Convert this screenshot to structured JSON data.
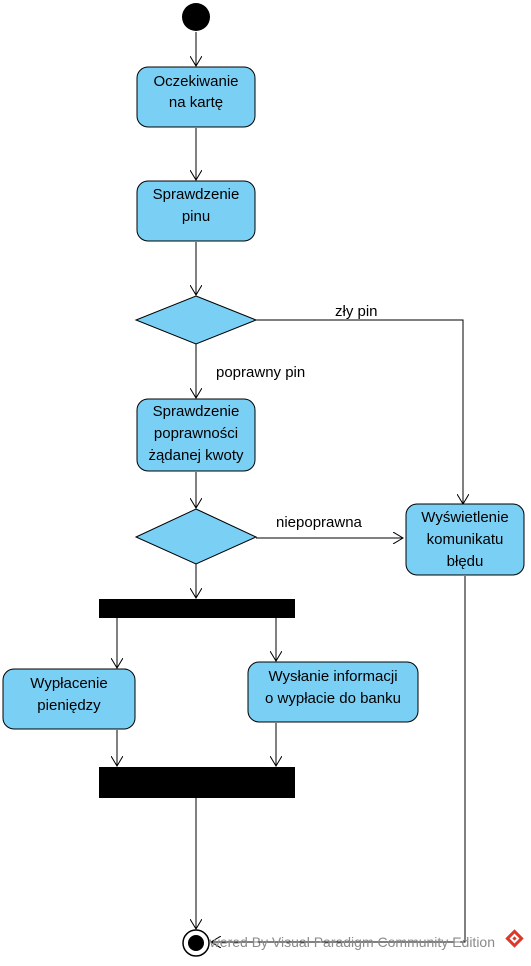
{
  "diagram": {
    "colors": {
      "node_fill": "#7ACFF5",
      "node_stroke": "#000000",
      "bar_fill": "#000000",
      "footer_text": "#8a8a8a",
      "footer_logo": "#D9382B"
    },
    "nodes": {
      "oczekiwanie": {
        "line1": "Oczekiwanie",
        "line2": "na kartę"
      },
      "sprawdzenie_pinu": {
        "line1": "Sprawdzenie",
        "line2": "pinu"
      },
      "sprawdzenie_kwoty": {
        "line1": "Sprawdzenie",
        "line2": "poprawności",
        "line3": "żądanej kwoty"
      },
      "wyswietlenie": {
        "line1": "Wyświetlenie",
        "line2": "komunikatu",
        "line3": "błędu"
      },
      "wyplacenie": {
        "line1": "Wypłacenie",
        "line2": "pieniędzy"
      },
      "wyslanie": {
        "line1": "Wysłanie informacji",
        "line2": "o wypłacie do banku"
      }
    },
    "edge_labels": {
      "zly_pin": "zły pin",
      "poprawny_pin": "poprawny pin",
      "niepoprawna": "niepoprawna"
    },
    "footer": {
      "text": "Powered By  Visual Paradigm Community Edition",
      "logo_icon": "visual-paradigm-logo-icon"
    }
  }
}
